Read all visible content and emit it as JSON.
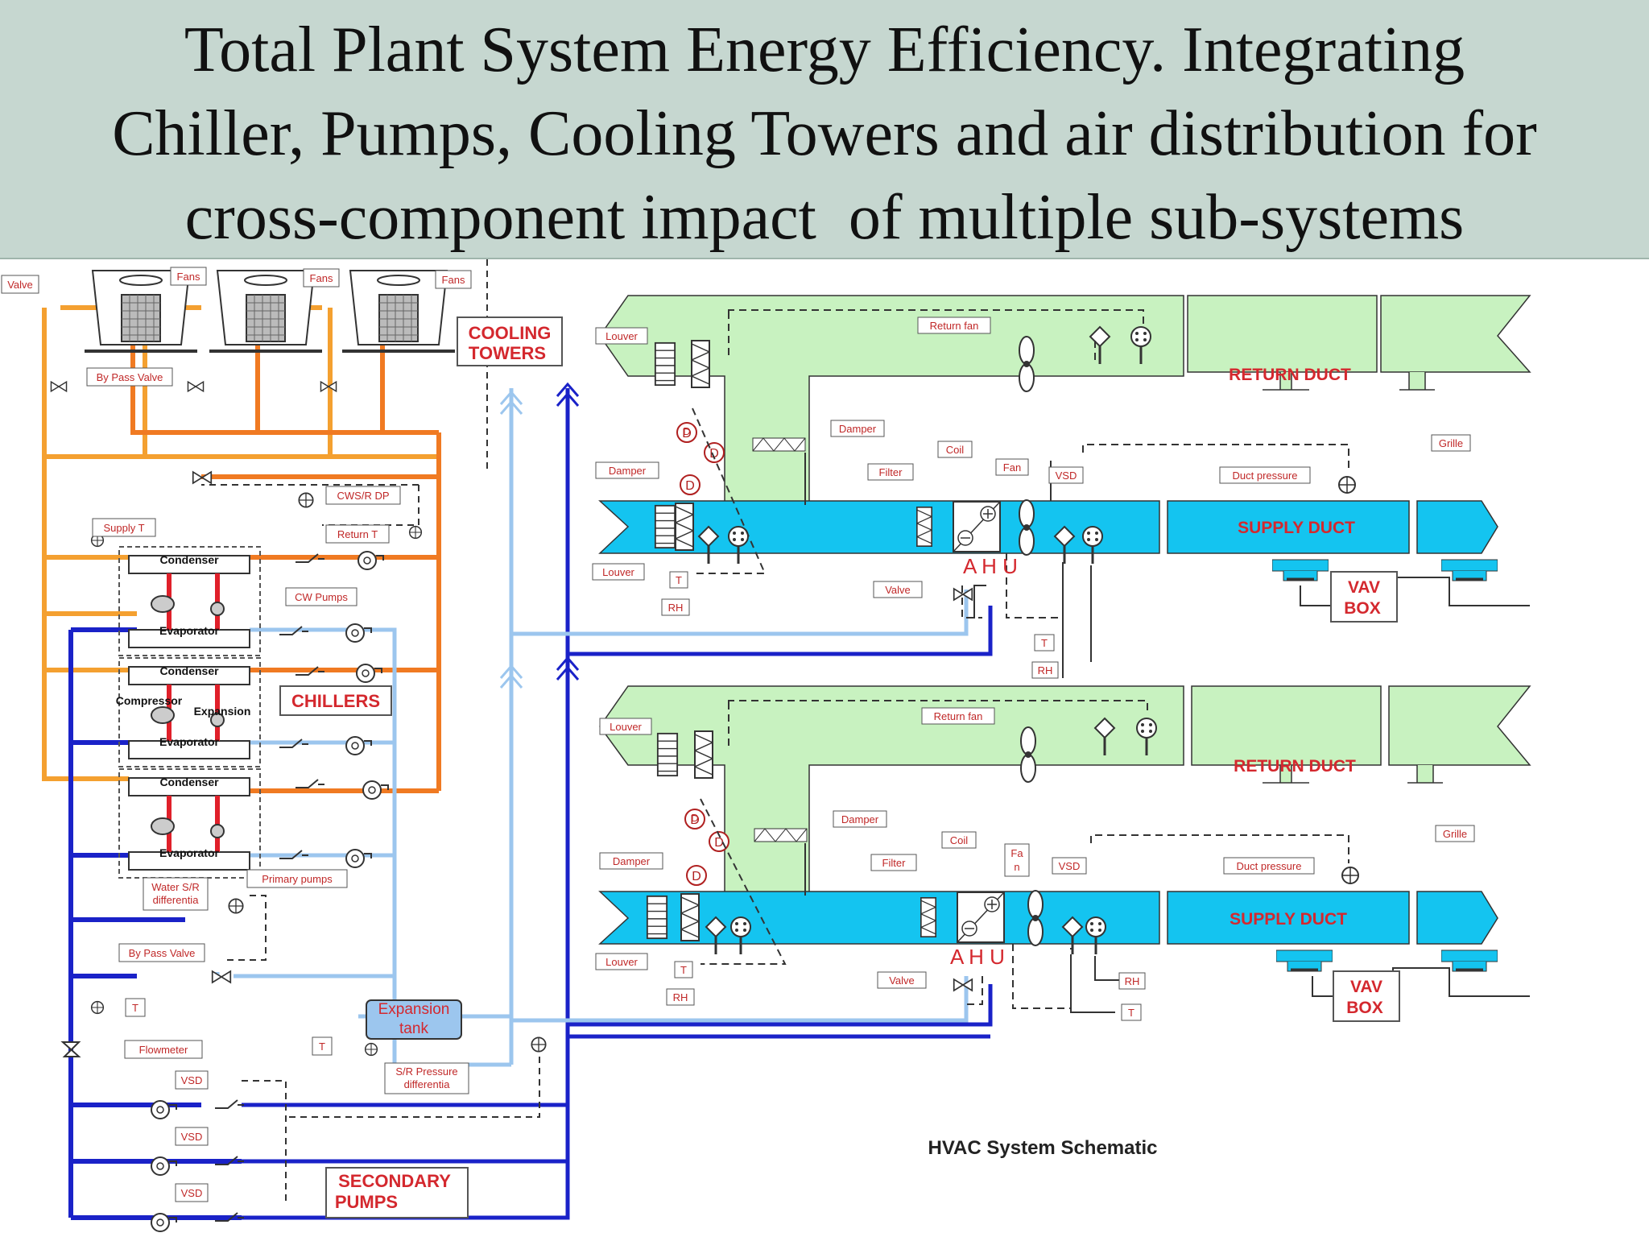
{
  "title": {
    "line1": "Total Plant System Energy Efficiency. Integrating",
    "line2": "Chiller, Pumps, Cooling Towers and air distribution for",
    "line3": "cross-component impact  of multiple sub-systems"
  },
  "colors": {
    "header_bg": "#c6d7d0",
    "condenser_water": "#f07a22",
    "tower_supply": "#f4a030",
    "chilled_supply": "#1a22c8",
    "chilled_return": "#9cc6ee",
    "supply_duct": "#14c4f0",
    "return_duct": "#c8f2c0",
    "label_red": "#d4282e"
  },
  "icons": [
    "fan-icon",
    "pump-icon",
    "valve-icon",
    "damper-icon",
    "louver-icon",
    "filter-icon",
    "coil-icon",
    "check-valve-icon",
    "sensor-icon"
  ],
  "plant": {
    "fans": "Fans",
    "valve": "Valve",
    "cooling_towers_1": "COOLING",
    "cooling_towers_2": "TOWERS",
    "bypass_valve": "By Pass Valve",
    "cwsr_dp": "CWS/R DP",
    "supply_t": "Supply T",
    "return_t": "Return  T",
    "condenser": "Condenser",
    "evaporator": "Evaporator",
    "cw_pumps": "CW Pumps",
    "compressor": "Compressor",
    "expansion": "Expansion",
    "chillers": "CHILLERS",
    "primary_pumps": "Primary pumps",
    "water_sr_1": "Water S/R",
    "water_sr_2": "differentia",
    "bypass_valve_2": "By Pass Valve",
    "t": "T",
    "flowmeter": "Flowmeter",
    "expansion_tank_1": "Expansion",
    "expansion_tank_2": "tank",
    "sr_pressure_1": "S/R Pressure",
    "sr_pressure_2": "differentia",
    "vsd": "VSD",
    "secondary_1": "SECONDARY",
    "secondary_2": "PUMPS"
  },
  "ahu1": {
    "louver": "Louver",
    "return_fan": "Return fan",
    "return_duct": "RETURN DUCT",
    "grille": "Grille",
    "damper": "Damper",
    "damper_left": "Damper",
    "d": "D",
    "coil": "Coil",
    "fan": "Fan",
    "filter": "Filter",
    "vsd": "VSD",
    "duct_pressure": "Duct pressure",
    "supply_duct": "SUPPLY DUCT",
    "louver_bottom": "Louver",
    "t": "T",
    "rh": "RH",
    "valve": "Valve",
    "ahu": "A H U",
    "vav_1": "VAV",
    "vav_2": "BOX"
  },
  "ahu2": {
    "louver": "Louver",
    "return_fan": "Return fan",
    "return_duct": "RETURN DUCT",
    "grille": "Grille",
    "damper": "Damper",
    "damper_left": "Damper",
    "d": "D",
    "coil": "Coil",
    "fan_1": "Fa",
    "fan_2": "n",
    "filter": "Filter",
    "vsd": "VSD",
    "duct_pressure": "Duct pressure",
    "supply_duct": "SUPPLY DUCT",
    "louver_bottom": "Louver",
    "t": "T",
    "rh": "RH",
    "valve": "Valve",
    "ahu": "A H U",
    "vav_1": "VAV",
    "vav_2": "BOX"
  },
  "caption": "HVAC System Schematic"
}
